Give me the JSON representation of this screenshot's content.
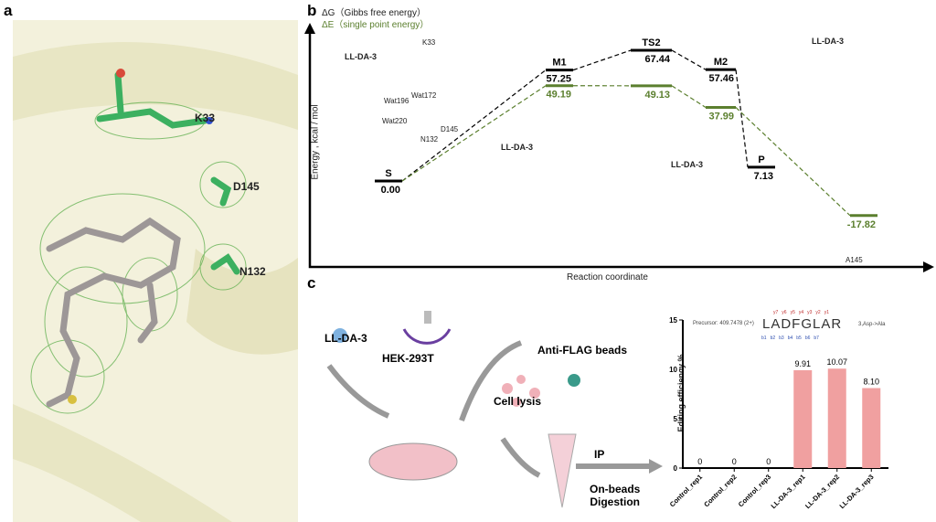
{
  "panels": {
    "a": "a",
    "b": "b",
    "c": "c"
  },
  "panel_a": {
    "labels": [
      "K33",
      "D145",
      "N132"
    ]
  },
  "panel_b": {
    "legend": {
      "dg": "ΔG（Gibbs free energy）",
      "de": "ΔE（single point energy）"
    },
    "ylabel": "Energy , kcal / mol",
    "xlabel": "Reaction coordinate",
    "structure_labels": [
      "LL-DA-3",
      "LL-DA-3",
      "LL-DA-3",
      "LL-DA-3"
    ],
    "residues": [
      "K33",
      "D145",
      "N132",
      "Wat196",
      "Wat172",
      "Wat220",
      "A145"
    ],
    "colors": {
      "dg": "#000000",
      "de": "#5b7f2e"
    }
  },
  "panel_c": {
    "start": "LL-DA-3",
    "cell": "HEK-293T",
    "lysis": "Cell lysis",
    "beads": "Anti-FLAG beads",
    "ip": "IP",
    "digest": "On-beads\nDigestion",
    "precursor": "Precursor: 409.7478 (2+)",
    "peptide": "LADFGLAR",
    "mutation": "3,Asp->Ala",
    "y_ions": [
      "y7",
      "y6",
      "y5",
      "y4",
      "y3",
      "y2",
      "y1"
    ],
    "b_ions": [
      "b1",
      "b2",
      "b3",
      "b4",
      "b5",
      "b6",
      "b7"
    ]
  },
  "chart_data": [
    {
      "type": "line",
      "title": "",
      "xlabel": "Reaction coordinate",
      "ylabel": "Energy , kcal / mol",
      "categories": [
        "S",
        "M1",
        "TS2",
        "M2",
        "P"
      ],
      "series": [
        {
          "name": "ΔG（Gibbs free energy）",
          "values": [
            0.0,
            57.25,
            67.44,
            57.46,
            7.13
          ]
        },
        {
          "name": "ΔE（single point energy）",
          "values": [
            0.0,
            49.19,
            49.13,
            37.99,
            -17.82
          ]
        }
      ]
    },
    {
      "type": "bar",
      "title": "",
      "xlabel": "",
      "ylabel": "Editing efficiency %",
      "ylim": [
        0,
        15
      ],
      "yticks": [
        0,
        5,
        10,
        15
      ],
      "categories": [
        "Control_rep1",
        "Control_rep2",
        "Control_rep3",
        "LL-DA-3_rep1",
        "LL-DA-3_rep2",
        "LL-DA-3_rep3"
      ],
      "values": [
        0,
        0,
        0,
        9.91,
        10.07,
        8.1
      ],
      "labels": [
        "0",
        "0",
        "0",
        "9.91",
        "10.07",
        "8.10"
      ],
      "color": "#f0a0a0"
    }
  ]
}
